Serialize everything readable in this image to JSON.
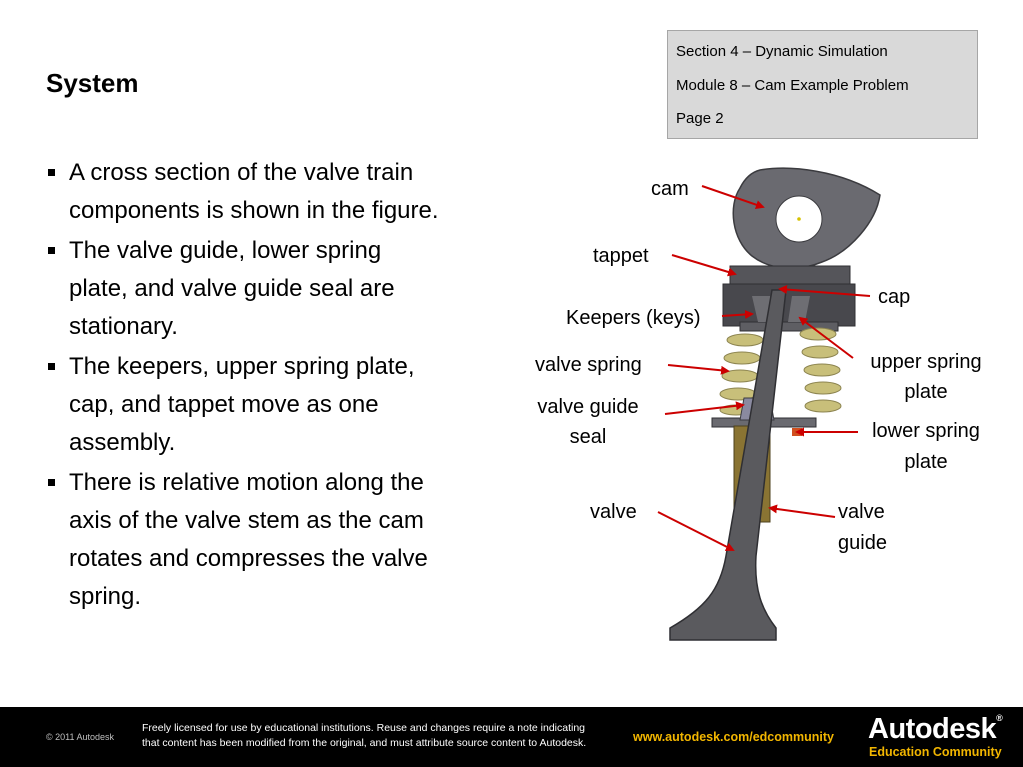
{
  "slide": {
    "title": "System",
    "info": [
      "Section 4 – Dynamic Simulation",
      "Module 8 – Cam Example Problem",
      "Page 2"
    ],
    "bullets": [
      {
        "lines": [
          "A cross section of the valve train",
          "components is shown in the figure."
        ]
      },
      {
        "lines": [
          "The valve guide, lower spring",
          "plate, and valve guide seal are",
          "stationary."
        ]
      },
      {
        "lines": [
          "The keepers, upper spring plate,",
          "cap, and tappet move as one",
          "assembly."
        ]
      },
      {
        "lines": [
          "There is relative motion along the",
          "axis of the valve stem as the cam",
          "rotates and compresses the valve",
          "spring."
        ]
      }
    ]
  },
  "figure": {
    "labels": {
      "cam": "cam",
      "tappet": "tappet",
      "cap": "cap",
      "keepers": "Keepers (keys)",
      "upper_spring_1": "upper spring",
      "upper_spring_2": "plate",
      "valve_spring": "valve spring",
      "valve_guide_seal_1": "valve guide",
      "valve_guide_seal_2": "seal",
      "lower_spring_1": "lower spring",
      "lower_spring_2": "plate",
      "valve": "valve",
      "valve_guide_1": "valve",
      "valve_guide_2": "guide"
    },
    "colors": {
      "arrow": "#cc0000",
      "metal": "#5a5a5e",
      "spring": "#c8bf7a",
      "guide": "#8a7433"
    }
  },
  "footer": {
    "copyright": "© 2011 Autodesk",
    "license_1": "Freely licensed for use by educational institutions. Reuse and changes require a note indicating",
    "license_2": "that content has been modified from the original, and must attribute source content to Autodesk.",
    "url": "www.autodesk.com/edcommunity",
    "brand": "Autodesk",
    "brand_mark": "®",
    "brand_sub": "Education Community"
  }
}
